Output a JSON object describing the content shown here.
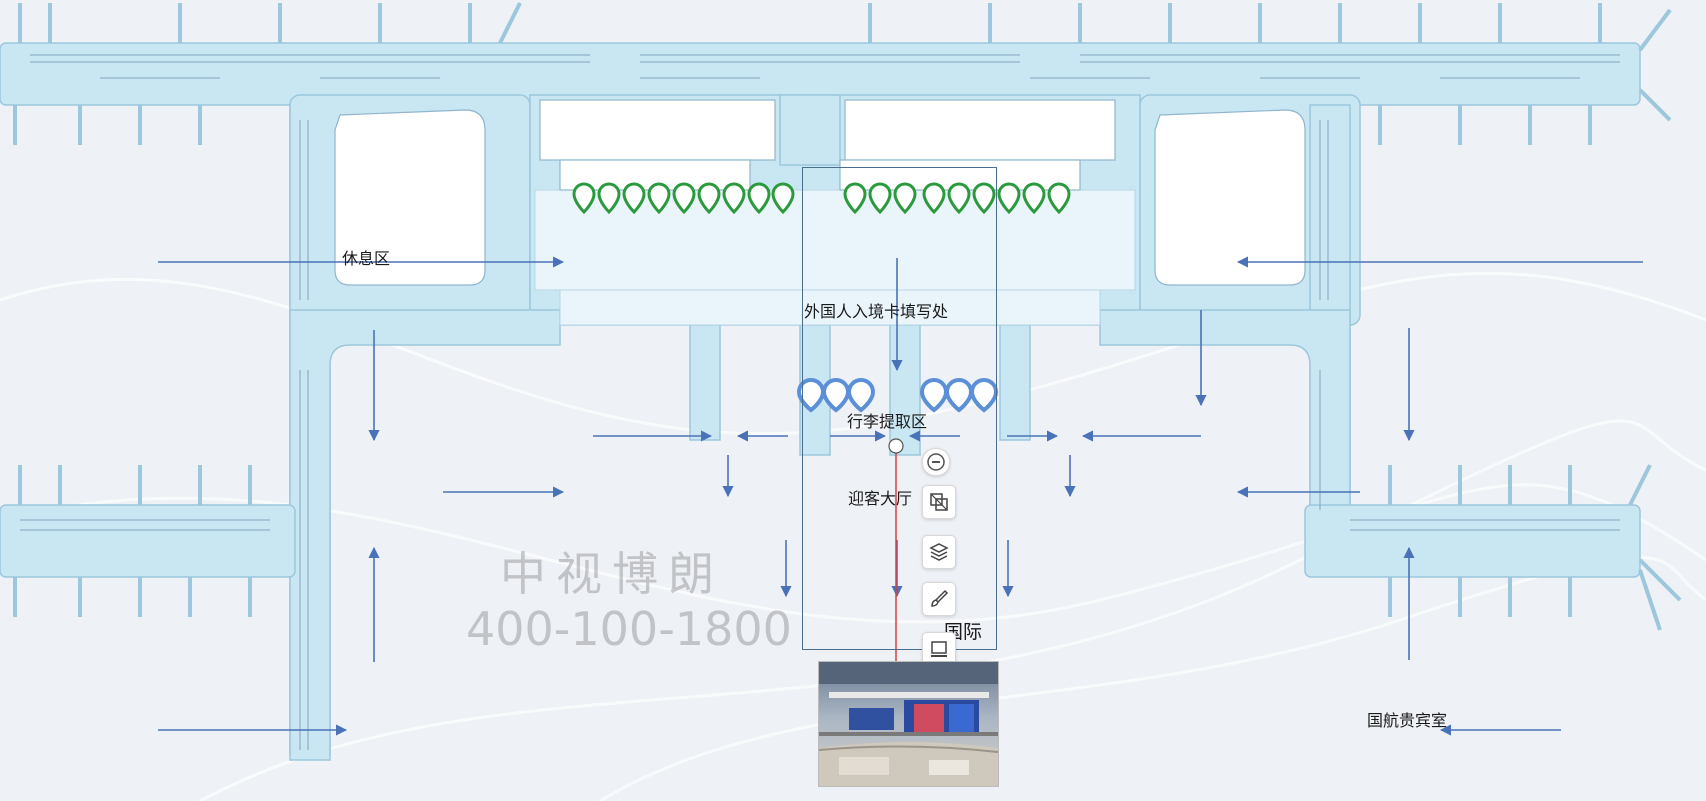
{
  "labels": {
    "rest_area": "休息区",
    "arrival_card": "外国人入境卡填写处",
    "baggage_claim": "行李提取区",
    "greeting_hall": "迎客大厅",
    "international": "国际",
    "vip_lounge": "国航贵宾室"
  },
  "watermark": {
    "name": "中视博朗",
    "phone": "400-100-1800"
  },
  "toolbar": {
    "zoom_out_icon": "minus-circle-icon",
    "fullscreen_icon": "overlap-squares-icon",
    "layers_icon": "layers-icon",
    "draw_icon": "brush-icon",
    "screen_icon": "monitor-icon"
  },
  "colors": {
    "building_fill": "#c9e6f3",
    "building_stroke": "#9cc7dc",
    "arrow": "#4a72b8",
    "green_pin": "#2a9a3c",
    "blue_pin": "#5b8fd8",
    "route_line": "#d84040"
  }
}
